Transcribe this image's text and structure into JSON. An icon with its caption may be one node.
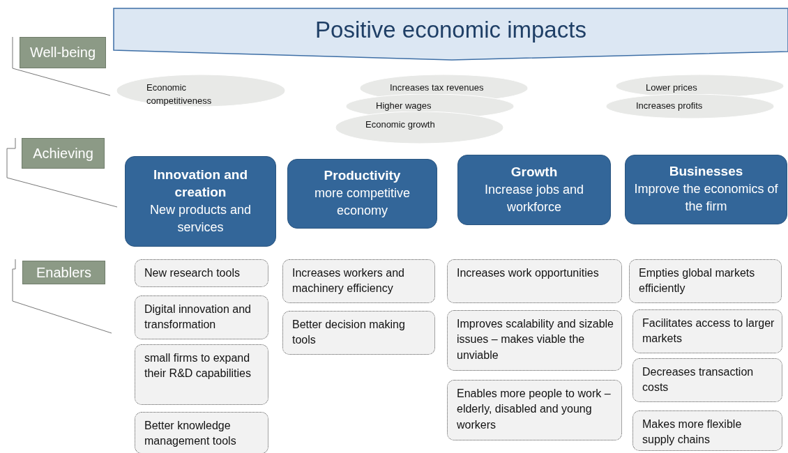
{
  "diagram": {
    "title": "Positive economic impacts",
    "nodes": [
      {
        "text": [
          "Well-being"
        ]
      },
      {
        "text": [
          "Achieving"
        ]
      },
      {
        "text": [
          "Enablers"
        ]
      },
      {
        "text": [
          "Economic competitiveness"
        ]
      },
      {
        "text": [
          "Increases tax revenues"
        ]
      },
      {
        "text": [
          "Higher wages"
        ]
      },
      {
        "text": [
          "Economic growth"
        ]
      },
      {
        "text": [
          "Lower prices"
        ]
      },
      {
        "text": [
          "Increases profits"
        ]
      },
      {
        "text": [
          "Innovation and creation",
          "New products and services"
        ]
      },
      {
        "text": [
          "Productivity",
          "more competitive economy"
        ]
      },
      {
        "text": [
          "Growth",
          "Increase jobs and workforce"
        ]
      },
      {
        "text": [
          "Businesses",
          "Improve the economics of the firm"
        ]
      },
      {
        "text": [
          "New research tools"
        ]
      },
      {
        "text": [
          "Digital innovation and transformation"
        ]
      },
      {
        "text": [
          "small firms to expand their R&D capabilities"
        ]
      },
      {
        "text": [
          "Better knowledge management tools"
        ]
      },
      {
        "text": [
          "Increases workers and machinery efficiency"
        ]
      },
      {
        "text": [
          "Better decision making tools"
        ]
      },
      {
        "text": [
          "Increases work opportunities"
        ]
      },
      {
        "text": [
          "Improves scalability and sizable issues – makes viable the unviable"
        ]
      },
      {
        "text": [
          "Enables more people to work – elderly, disabled and young workers"
        ]
      },
      {
        "text": [
          "Empties global markets efficiently"
        ]
      },
      {
        "text": [
          "Facilitates access to larger markets"
        ]
      },
      {
        "text": [
          "Decreases transaction costs"
        ]
      },
      {
        "text": [
          "Makes more flexible supply chains"
        ]
      }
    ]
  }
}
